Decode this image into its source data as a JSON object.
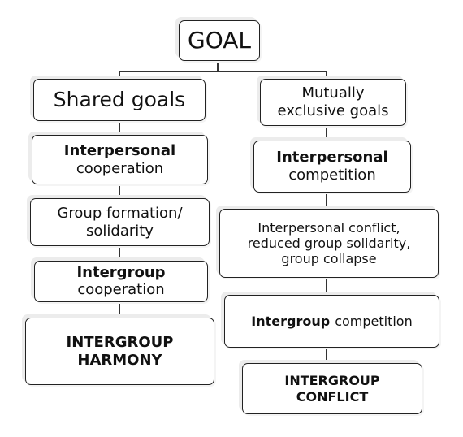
{
  "goal": "GOAL",
  "left": {
    "shared_goals": "Shared goals",
    "interpersonal_title": "Interpersonal",
    "interpersonal_sub": "cooperation",
    "group_formation": "Group formation/\nsolidarity",
    "intergroup_title": "Intergroup",
    "intergroup_sub": "cooperation",
    "harmony": "INTERGROUP\nHARMONY"
  },
  "right": {
    "mutually_exclusive": "Mutually\nexclusive goals",
    "interpersonal_title": "Interpersonal",
    "interpersonal_sub": "competition",
    "conflict_text": "Interpersonal conflict,\nreduced group solidarity,\ngroup collapse",
    "intergroup_title": "Intergroup",
    "intergroup_sub": "competition",
    "conflict": "INTERGROUP\nCONFLICT"
  }
}
